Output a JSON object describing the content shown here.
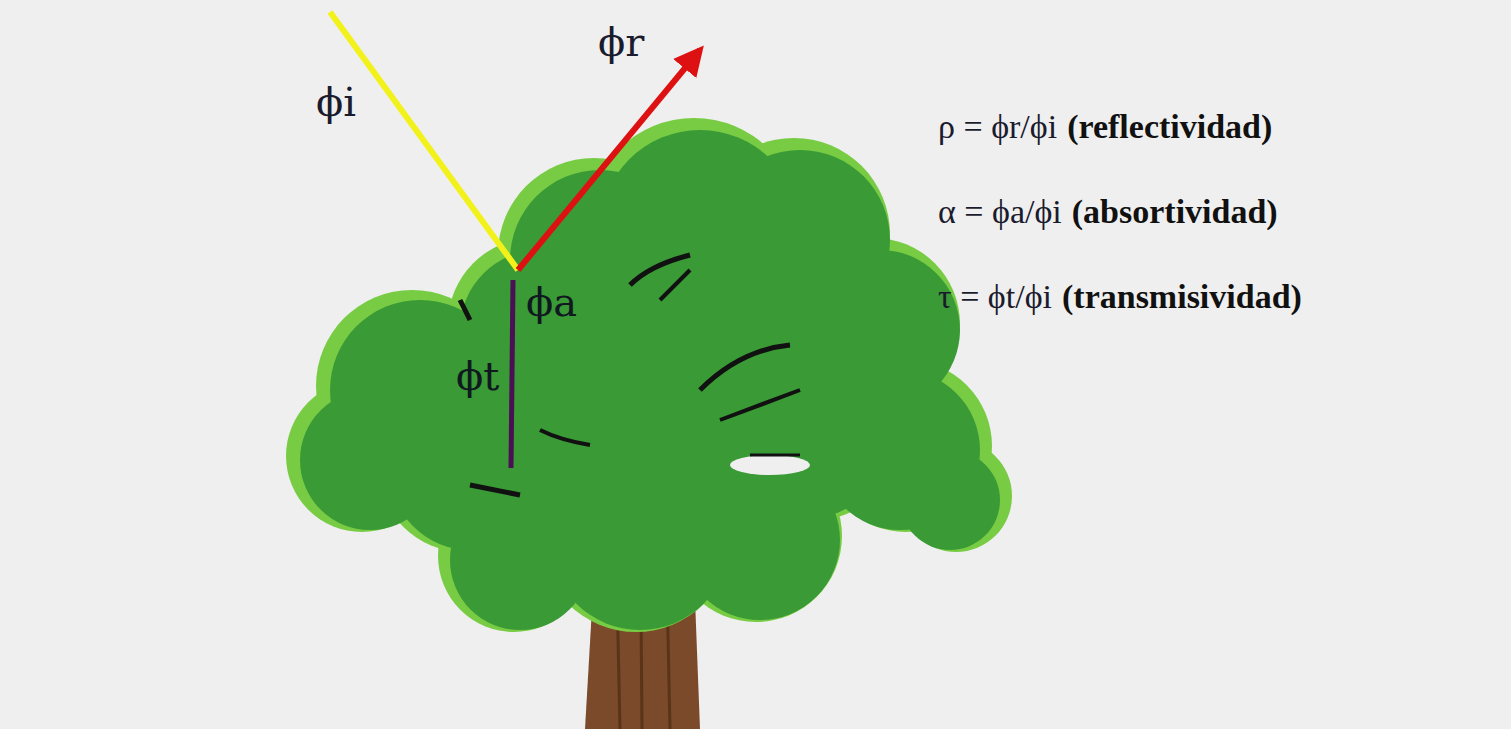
{
  "diagram": {
    "labels": [
      "ϕi",
      "ϕr",
      "ϕa",
      "ϕt",
      "ρ = ϕr/ϕi",
      "(reflectividad)",
      "α = ϕa/ϕi",
      "(absortividad)",
      "τ = ϕt/ϕi",
      "(transmisividad)"
    ]
  }
}
